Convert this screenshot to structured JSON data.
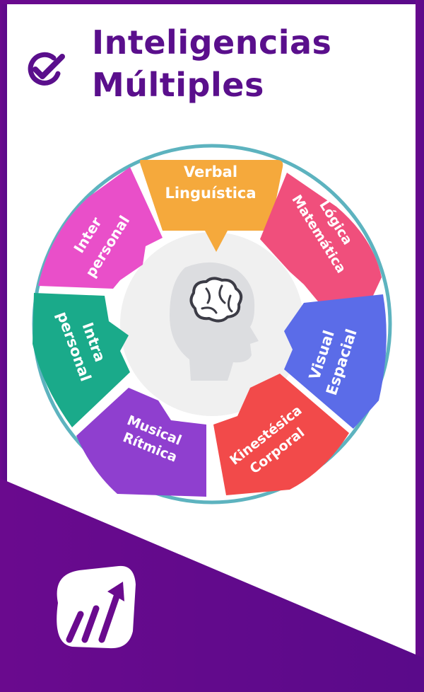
{
  "title": {
    "line1": "Inteligencias",
    "line2": "Múltiples"
  },
  "colors": {
    "frame_purple": "#6a0a8e",
    "title": "#5a0f8c",
    "wheel_ring": "#5db3bf",
    "gear": "#f0f0f0",
    "head": "#dcdde0",
    "verbal": "#f5a93c",
    "logica": "#f04f7c",
    "visual": "#5b6ce8",
    "kinestesica": "#f24a4a",
    "musical": "#8f3fcf",
    "intra": "#1aaa8a",
    "inter": "#e94fc9"
  },
  "icons": {
    "check": "checkmark-circle-icon",
    "center": "head-brain-icon",
    "logo": "growth-arrow-logo-icon"
  },
  "segments": [
    {
      "id": "verbal",
      "line1": "Verbal",
      "line2": "Linguística"
    },
    {
      "id": "logica",
      "line1": "Lógica",
      "line2": "Matemática"
    },
    {
      "id": "visual",
      "line1": "Visual",
      "line2": "Espacial"
    },
    {
      "id": "kinestesica",
      "line1": "Kinestésica",
      "line2": "Corporal"
    },
    {
      "id": "musical",
      "line1": "Musical",
      "line2": "Rítmica"
    },
    {
      "id": "intra",
      "line1": "Intra",
      "line2": "personal"
    },
    {
      "id": "inter",
      "line1": "Inter",
      "line2": "personal"
    }
  ]
}
